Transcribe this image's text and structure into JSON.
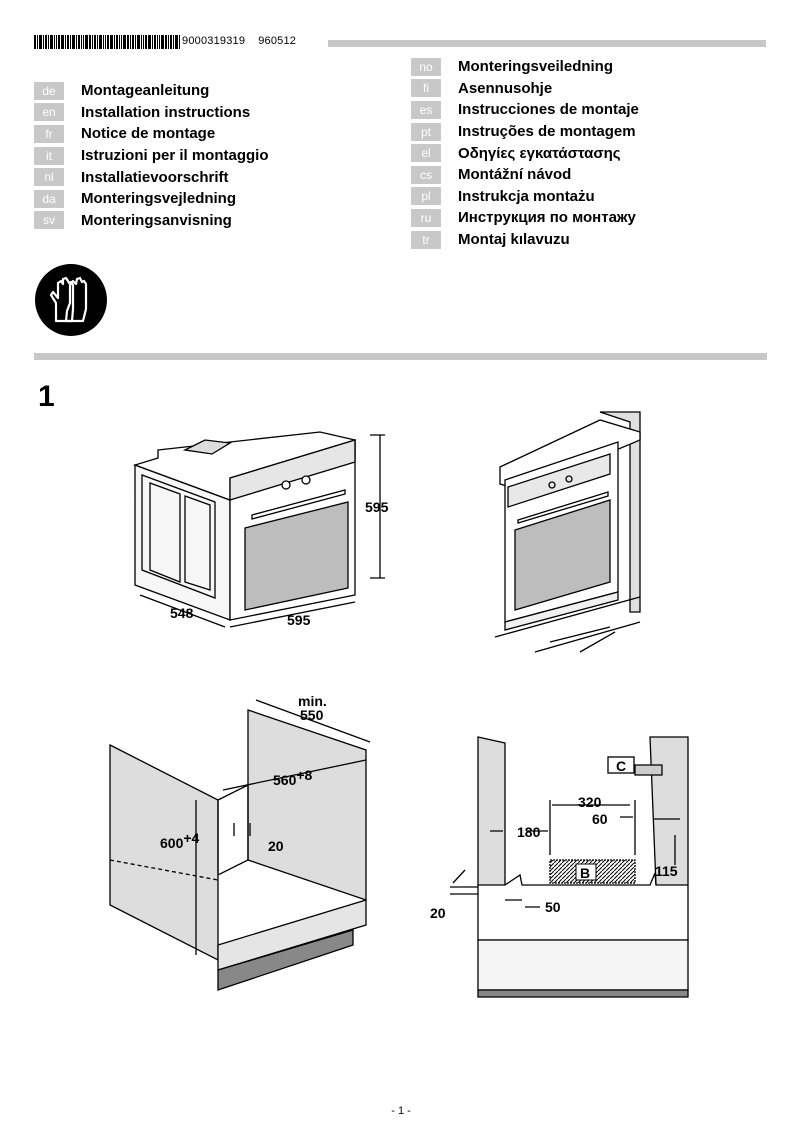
{
  "header": {
    "part_number": "9000319319",
    "edition": "960512"
  },
  "languages_left": [
    {
      "code": "de",
      "title": "Montageanleitung"
    },
    {
      "code": "en",
      "title": "Installation instructions"
    },
    {
      "code": "fr",
      "title": "Notice de montage"
    },
    {
      "code": "it",
      "title": "Istruzioni per il montaggio"
    },
    {
      "code": "nl",
      "title": "Installatievoorschrift"
    },
    {
      "code": "da",
      "title": "Monteringsvejledning"
    },
    {
      "code": "sv",
      "title": "Monteringsanvisning"
    }
  ],
  "languages_right": [
    {
      "code": "no",
      "title": "Monteringsveiledning"
    },
    {
      "code": "fi",
      "title": "Asennusohje"
    },
    {
      "code": "es",
      "title": "Instrucciones de montaje"
    },
    {
      "code": "pt",
      "title": "Instruções de montagem"
    },
    {
      "code": "el",
      "title": "Οδηγίες εγκατάστασης"
    },
    {
      "code": "cs",
      "title": "Montážní návod"
    },
    {
      "code": "pl",
      "title": "Instrukcja montażu"
    },
    {
      "code": "ru",
      "title": "Инструкция по монтажу"
    },
    {
      "code": "tr",
      "title": "Montaj kılavuzu"
    }
  ],
  "safety_icon": "gloves-icon",
  "step": "1",
  "figures": {
    "oven_dimensions": {
      "depth": "548",
      "width": "595",
      "height": "595"
    },
    "cabinet": {
      "min_label": "min.",
      "min_depth": "550",
      "width": "560",
      "width_tol": "+8",
      "height": "600",
      "height_tol": "+4",
      "gap": "20"
    },
    "front_section": {
      "label_c": "C",
      "label_b": "B",
      "dim_320": "320",
      "dim_60": "60",
      "dim_180": "180",
      "dim_115": "115",
      "dim_20": "20",
      "dim_50": "50"
    }
  },
  "footer": {
    "page": "- 1 -"
  }
}
